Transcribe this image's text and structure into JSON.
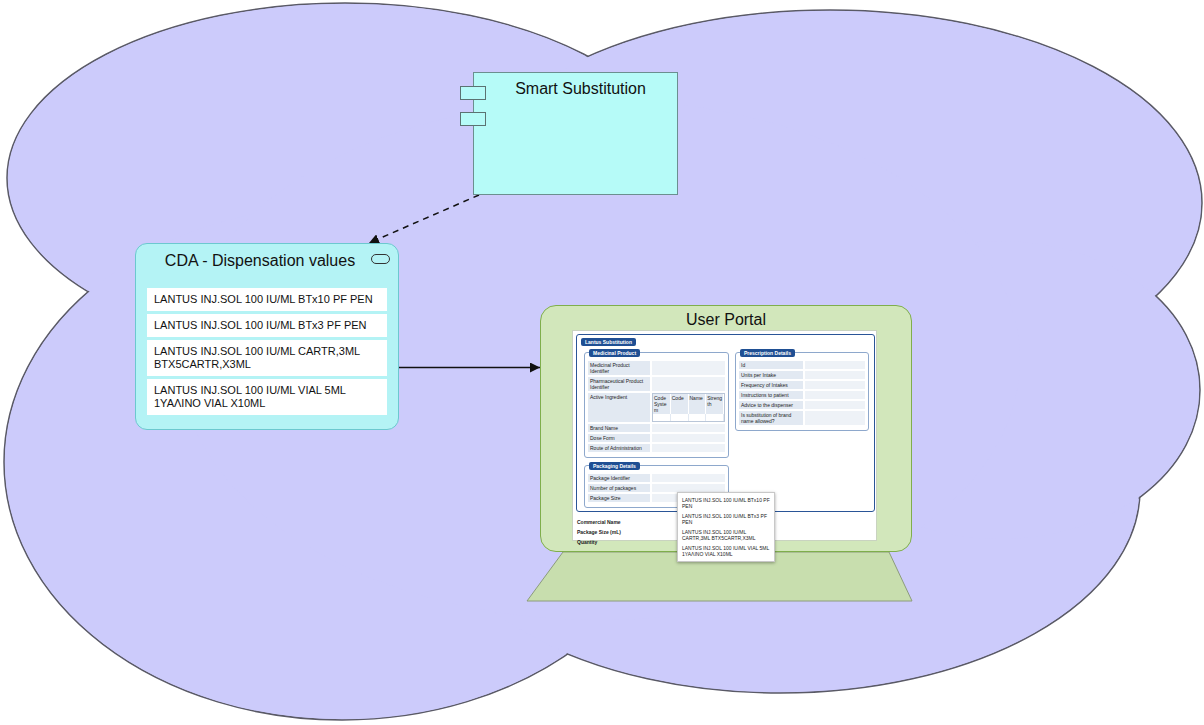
{
  "diagram": {
    "nodes": [
      {
        "text": [
          "Smart Substitution"
        ]
      },
      {
        "text": [
          "CDA - Dispensation values"
        ]
      },
      {
        "text": [
          "LANTUS INJ.SOL 100 IU/ML BTx10 PF PEN"
        ],
        "in": 1
      },
      {
        "text": [
          "LANTUS INJ.SOL 100 IU/ML BTx3 PF PEN"
        ],
        "in": 1
      },
      {
        "text": [
          "LANTUS INJ.SOL 100 IU/ML CARTR,3ML BTX5CARTR,X3ML"
        ],
        "in": 1
      },
      {
        "text": [
          "LANTUS INJ.SOL 100 IU/ML VIAL 5ML 1ΥΑΛΙΝΟ VIAL X10ML"
        ],
        "in": 1
      },
      {
        "text": [
          "User Portal"
        ]
      },
      {
        "text": [
          "Lantus Substitution"
        ],
        "in": 6
      },
      {
        "text": [
          "Medicinal Product",
          "Medicinal Product Identifier",
          "Pharmaceutical Product Identifier",
          "Active Ingredient",
          "Code System",
          "Code",
          "Name",
          "Strength",
          "Brand Name",
          "Dose Form",
          "Route of Administration"
        ],
        "in": 7
      },
      {
        "text": [
          "Prescription Details",
          "Id",
          "Units per Intake",
          "Frequency of Intakes",
          "Instructions to patient",
          "Advice to the dispenser",
          "Is substitution of brand name allowed?"
        ],
        "in": 7
      },
      {
        "text": [
          "Packaging Details",
          "Package Identifier",
          "Number of packages",
          "Package Size"
        ],
        "in": 7
      },
      {
        "text": [
          "LANTUS INJ.SOL 100 IU/ML BTx10 PF PEN",
          "LANTUS INJ.SOL 100 IU/ML BTx3 PF PEN",
          "LANTUS INJ.SOL 100 IU/ML CARTR,3ML BTX5CARTR,X3ML",
          "LANTUS INJ.SOL 100 IU/ML VIAL 5ML 1ΥΑΛΙΝΟ VIAL X10ML"
        ],
        "in": 6
      }
    ],
    "edges": [
      {
        "from": 0,
        "to": 1,
        "arrow": "to"
      },
      {
        "from": 1,
        "to": 6,
        "arrow": "to"
      }
    ],
    "labels": [
      "Commercial Name",
      "Package Size (mL)",
      "Quantity"
    ]
  }
}
